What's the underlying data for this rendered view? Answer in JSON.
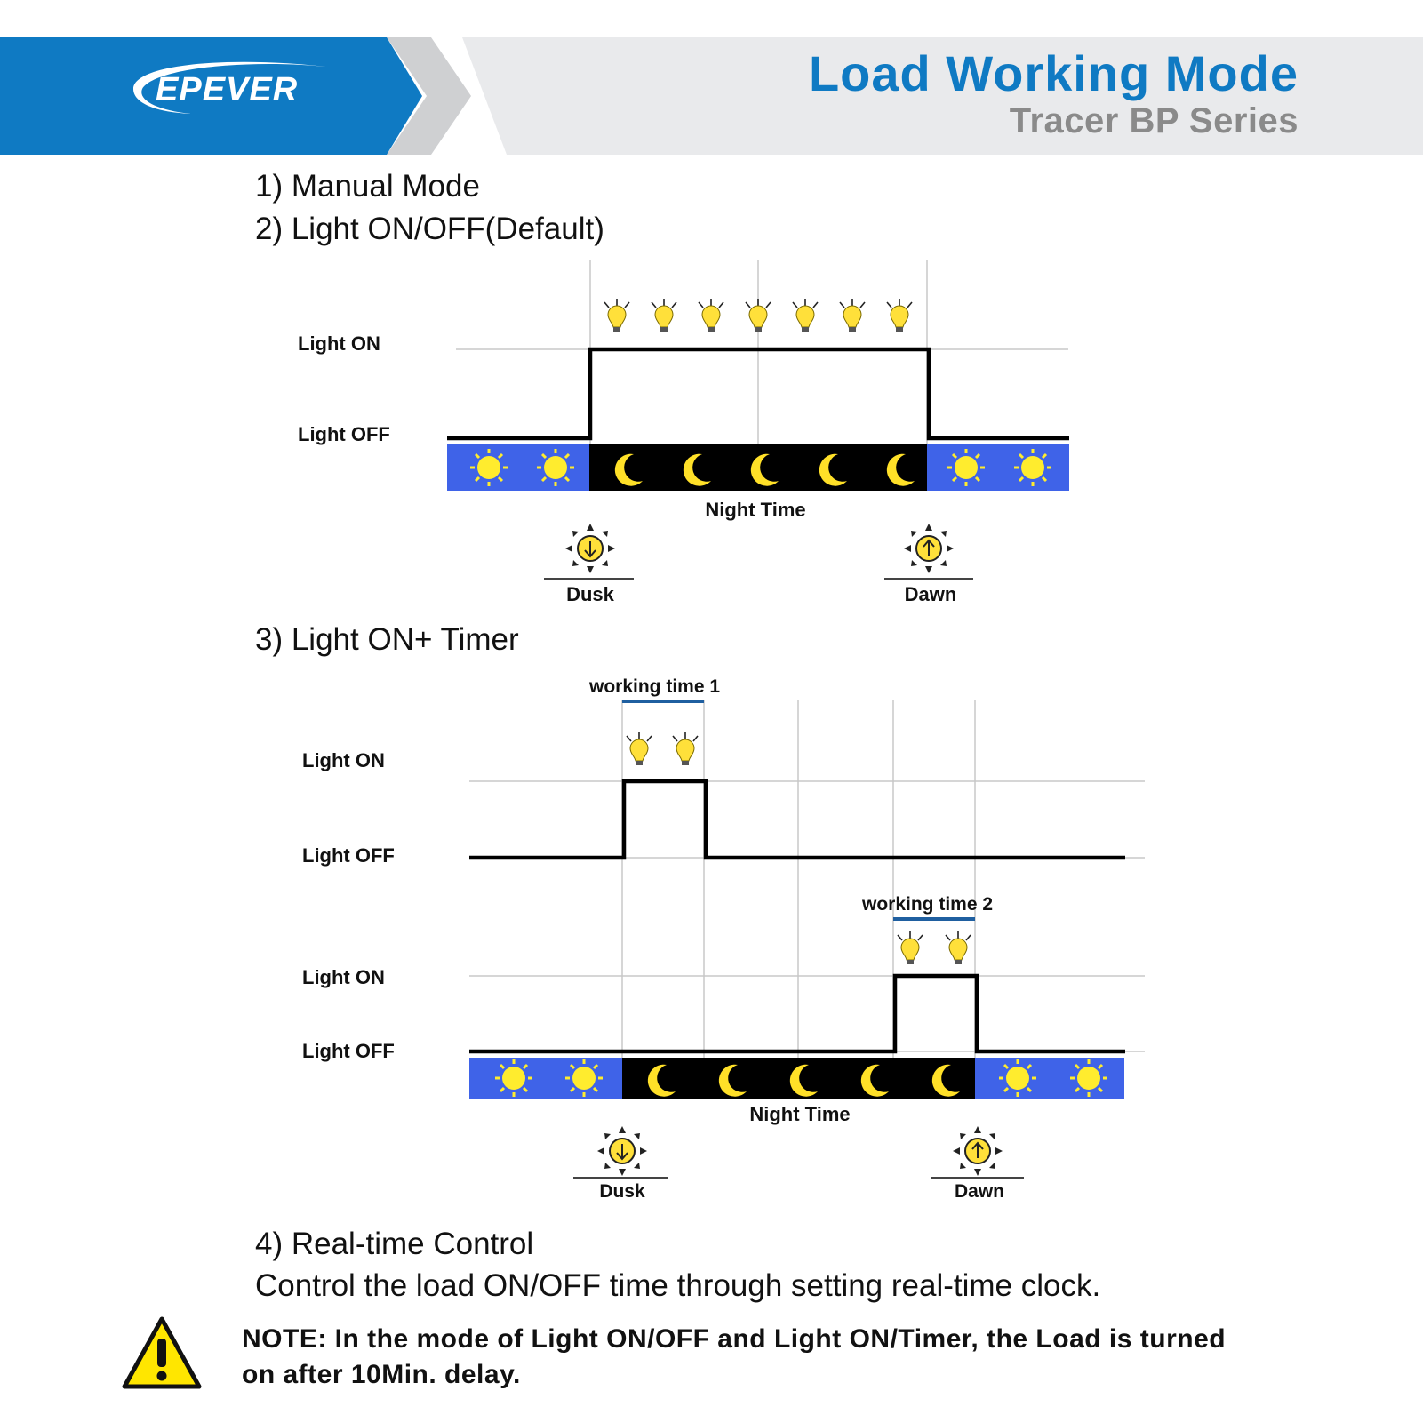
{
  "header": {
    "logo": "EPEVER",
    "title": "Load Working Mode",
    "subtitle": "Tracer BP Series",
    "colors": {
      "brand_blue": "#0f7ac3",
      "chevron_gray": "#cfd0d2",
      "band_gray": "#e9eaec"
    }
  },
  "modes": {
    "mode1": "1) Manual  Mode",
    "mode2": "2) Light ON/OFF(Default)",
    "mode3": "3) Light ON+ Timer",
    "mode4": "4) Real-time Control",
    "mode4_desc": "Control the load ON/OFF time through setting real-time clock."
  },
  "diagram1": {
    "light_on": "Light ON",
    "light_off": "Light OFF",
    "night_time": "Night Time",
    "dusk": "Dusk",
    "dawn": "Dawn",
    "bulb_icon": "light-bulb-icon",
    "sun_icon": "sun-icon",
    "moon_icon": "moon-icon"
  },
  "diagram2": {
    "working_time_1": "working time 1",
    "working_time_2": "working time 2",
    "light_on_1": "Light ON",
    "light_off_1": "Light OFF",
    "light_on_2": "Light ON",
    "light_off_2": "Light OFF",
    "night_time": "Night Time",
    "dusk": "Dusk",
    "dawn": "Dawn"
  },
  "note": {
    "text": "NOTE: In the mode of Light ON/OFF and Light ON/Timer, the Load is turned on after 10Min. delay.",
    "icon": "warning-icon"
  },
  "colors": {
    "day_blue": "#3f63e8",
    "night_black": "#000000",
    "bulb_yellow": "#ffe03a",
    "moon_yellow": "#ffe028"
  }
}
